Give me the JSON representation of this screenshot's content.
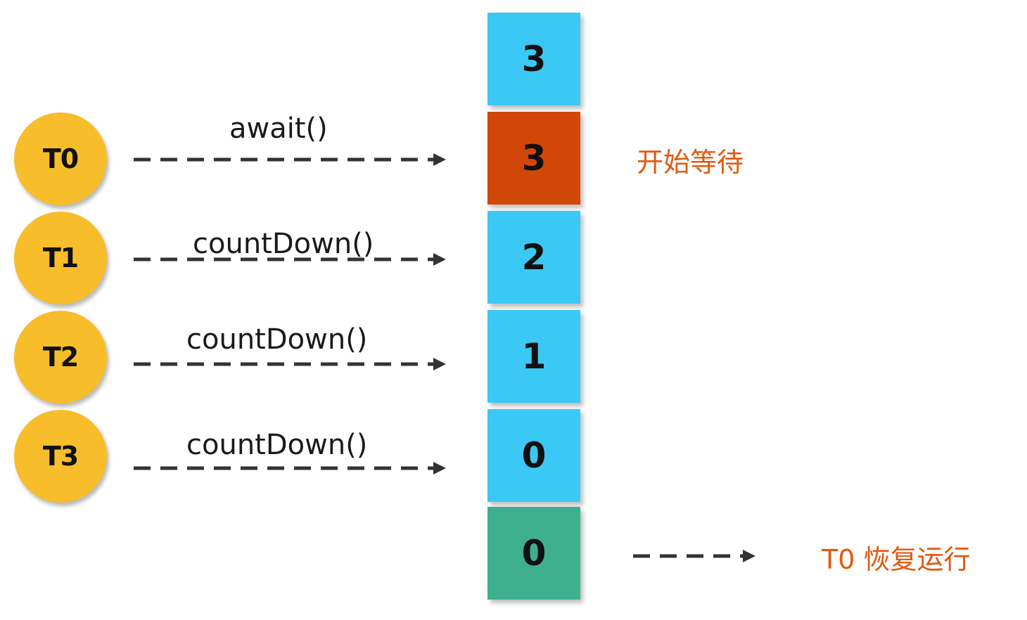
{
  "threads": [
    {
      "label": "T0"
    },
    {
      "label": "T1"
    },
    {
      "label": "T2"
    },
    {
      "label": "T3"
    }
  ],
  "calls": [
    {
      "label": "await()"
    },
    {
      "label": "countDown()"
    },
    {
      "label": "countDown()"
    },
    {
      "label": "countDown()"
    }
  ],
  "counter_cells": [
    {
      "value": "3",
      "color": "#3cc8f4"
    },
    {
      "value": "3",
      "color": "#d14708"
    },
    {
      "value": "2",
      "color": "#3cc8f4"
    },
    {
      "value": "1",
      "color": "#3cc8f4"
    },
    {
      "value": "0",
      "color": "#3cc8f4"
    },
    {
      "value": "0",
      "color": "#3fb08e"
    }
  ],
  "notes": {
    "start_wait": "开始等待",
    "resume": "T0  恢复运行",
    "accent_color": "#e05a10"
  },
  "colors": {
    "thread_fill": "#f7bd2a",
    "arrow": "#333333"
  }
}
